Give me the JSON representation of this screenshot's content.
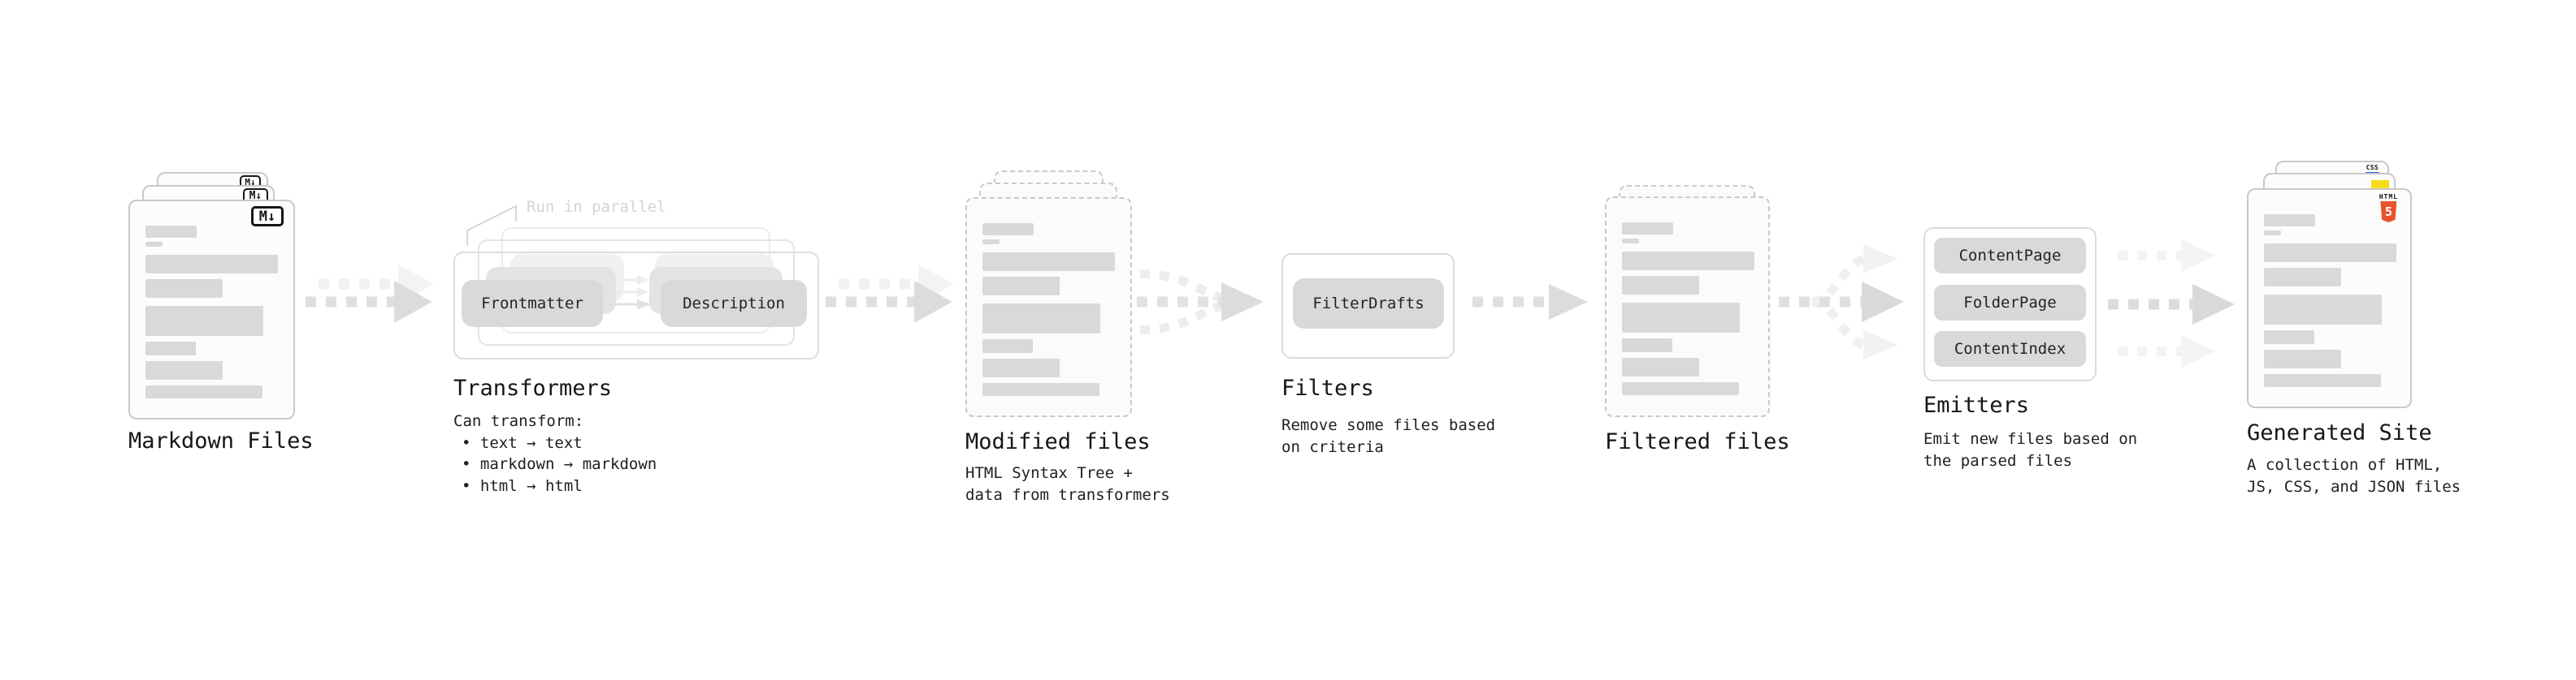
{
  "markdown": {
    "label": "Markdown Files",
    "badge": "M↓"
  },
  "transformers": {
    "label": "Transformers",
    "annotation": "Run in parallel",
    "node_a": "Frontmatter",
    "node_b": "Description",
    "desc_title": "Can transform:",
    "bullets": [
      "• text → text",
      "• markdown → markdown",
      "• html → html"
    ]
  },
  "modified": {
    "label": "Modified files",
    "desc1": "HTML Syntax Tree +",
    "desc2": "data from transformers"
  },
  "filters": {
    "label": "Filters",
    "node": "FilterDrafts",
    "desc1": "Remove some files based",
    "desc2": "on criteria"
  },
  "filtered": {
    "label": "Filtered files"
  },
  "emitters": {
    "label": "Emitters",
    "nodes": [
      "ContentPage",
      "FolderPage",
      "ContentIndex"
    ],
    "desc1": "Emit new files based on",
    "desc2": "the parsed files"
  },
  "generated": {
    "label": "Generated Site",
    "desc1": "A collection of HTML,",
    "desc2": "JS, CSS, and JSON files",
    "css_badge": "CSS",
    "html_badge": "HTML",
    "html_number": "5"
  },
  "colors": {
    "bar_gray": "#d9d9d9",
    "pill_gray": "#d9d9d9",
    "card_border": "#c9c9c9",
    "box_border": "#dcdcdc",
    "arrow_gray": "#dcdcdc",
    "arrow_ghost": "#f1f1f1",
    "annotation_gray": "#d4d4d4",
    "css_blue": "#2965f1",
    "js_yellow": "#f5de19",
    "html_orange": "#e8532c",
    "text": "#1c1c1c"
  }
}
